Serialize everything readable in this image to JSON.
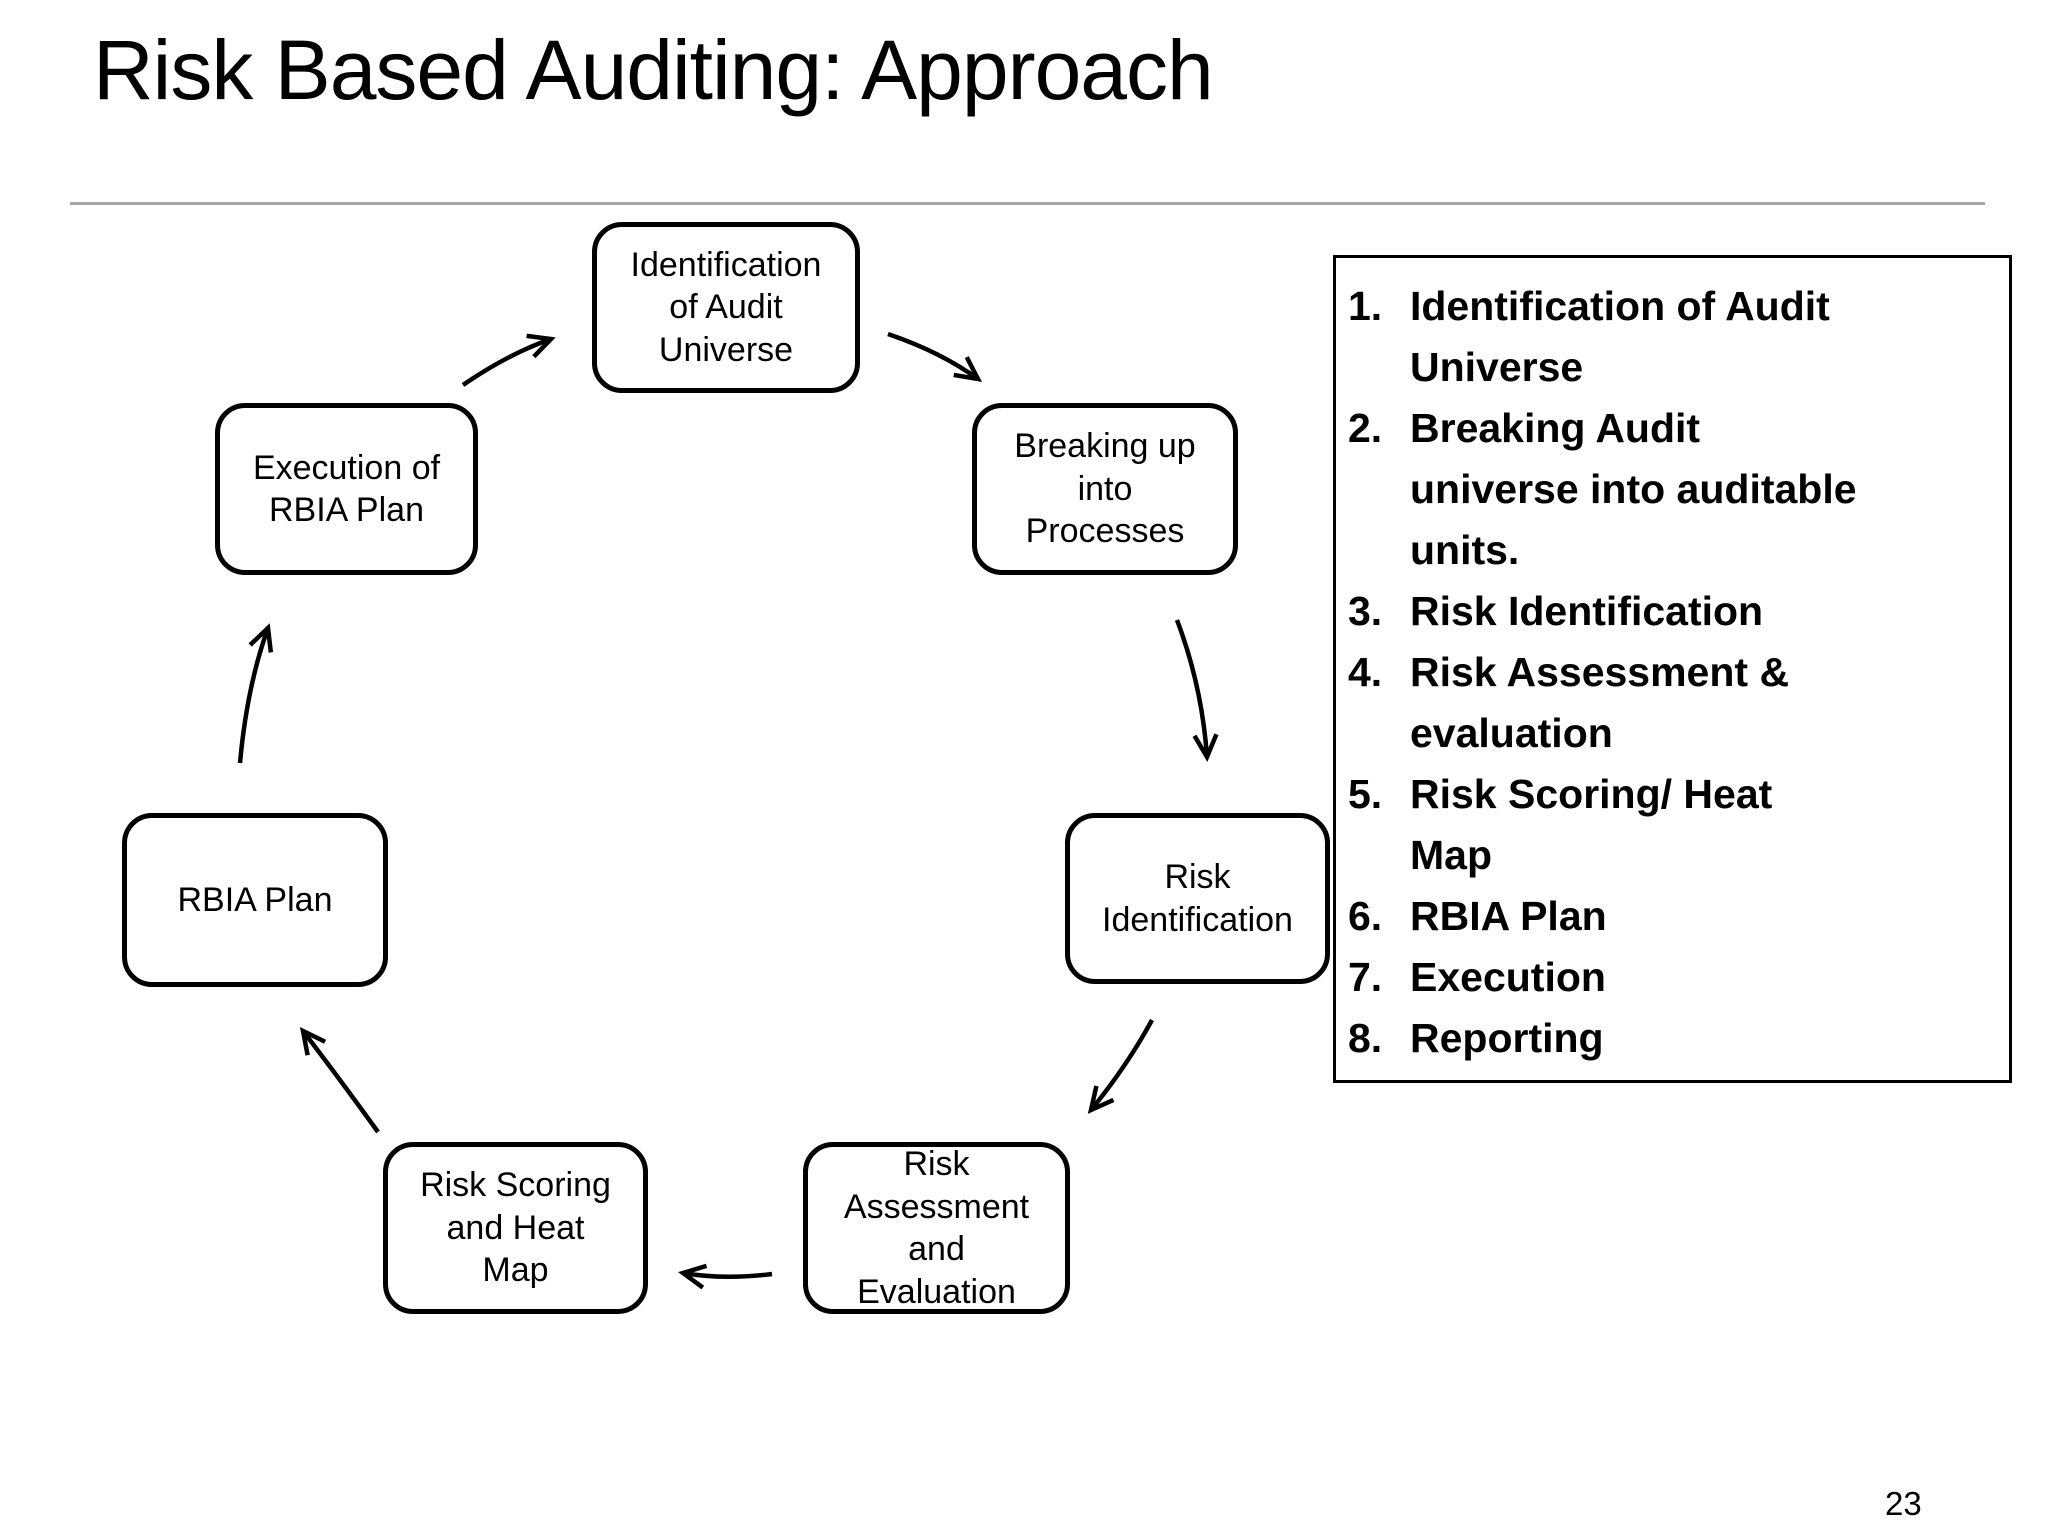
{
  "slide": {
    "title": "Risk Based Auditing: Approach",
    "page_number": "23"
  },
  "cycle": {
    "nodes": [
      {
        "id": "identification-of-audit-universe",
        "label": "Identification\nof Audit\nUniverse"
      },
      {
        "id": "breaking-up-into-processes",
        "label": "Breaking up\ninto\nProcesses"
      },
      {
        "id": "risk-identification",
        "label": "Risk\nIdentification"
      },
      {
        "id": "risk-assessment-and-evaluation",
        "label": "Risk\nAssessment\nand\nEvaluation"
      },
      {
        "id": "risk-scoring-and-heat-map",
        "label": "Risk Scoring\nand Heat\nMap"
      },
      {
        "id": "rbia-plan",
        "label": "RBIA Plan"
      },
      {
        "id": "execution-of-rbia-plan",
        "label": "Execution of\nRBIA Plan"
      }
    ]
  },
  "panel": {
    "items": [
      {
        "num": "1.",
        "text": "Identification of Audit\nUniverse"
      },
      {
        "num": "2.",
        "text": "Breaking Audit\nuniverse into auditable\nunits."
      },
      {
        "num": "3.",
        "text": "Risk Identification"
      },
      {
        "num": "4.",
        "text": "Risk Assessment &\nevaluation"
      },
      {
        "num": "5.",
        "text": "Risk Scoring/ Heat\nMap"
      },
      {
        "num": "6.",
        "text": "RBIA Plan"
      },
      {
        "num": "7.",
        "text": "Execution"
      },
      {
        "num": "8.",
        "text": "Reporting"
      }
    ]
  }
}
